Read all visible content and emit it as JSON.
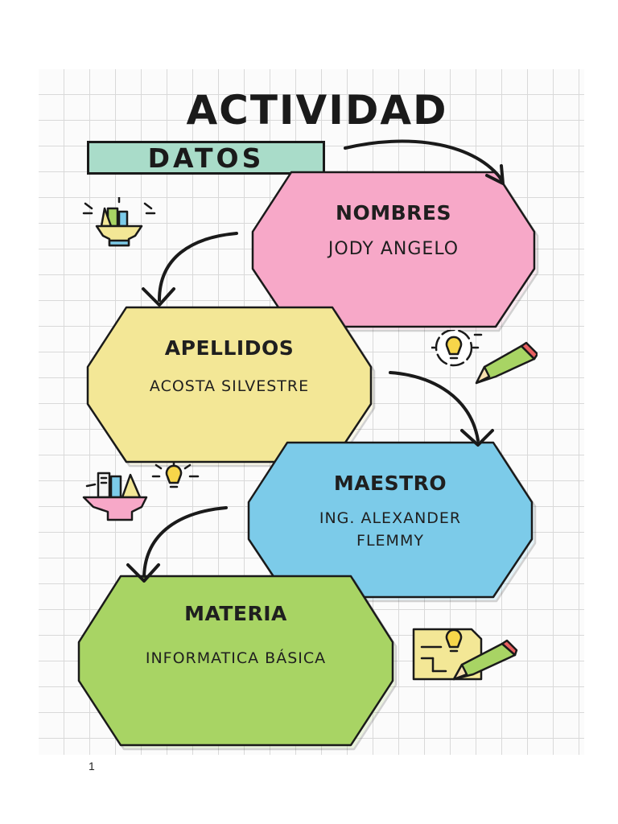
{
  "title": "ACTIVIDAD",
  "datos_label": "DATOS",
  "cards": [
    {
      "heading": "NOMBRES",
      "value": "JODY ANGELO",
      "color": "#f7a8c8"
    },
    {
      "heading": "APELLIDOS",
      "value": "ACOSTA SILVESTRE",
      "color": "#f3e796"
    },
    {
      "heading": "MAESTRO",
      "value": "ING. ALEXANDER FLEMMY",
      "color": "#7ccbe9"
    },
    {
      "heading": "MATERIA",
      "value": "INFORMATICA BÁSICA",
      "color": "#a8d464"
    }
  ],
  "icons": [
    "lightbulb-pencil-icon",
    "books-cup-icon",
    "document-pencil-icon"
  ],
  "page_number": "1"
}
